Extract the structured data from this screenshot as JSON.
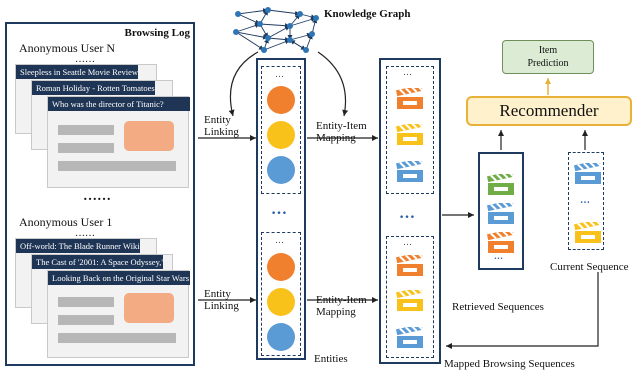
{
  "browsing_log": {
    "title": "Browsing Log",
    "user_n": "Anonymous User N",
    "user_1": "Anonymous User 1",
    "dots_small": "……",
    "dots_large": "……",
    "user_n_pages": [
      "Sleepless in Seattle Movie Review",
      "Roman Holiday - Rotten Tomatoes",
      "Who was the director of Titanic?"
    ],
    "user_1_pages": [
      "Off-world: The Blade Runner Wiki",
      "The Cast of '2001: A Space Odyssey,'",
      "Looking Back on the Original Star Wars"
    ]
  },
  "knowledge_graph": {
    "title": "Knowledge Graph"
  },
  "steps": {
    "entity_linking_1": "Entity",
    "entity_linking_2": "Linking",
    "entity_item_mapping_1": "Entity-Item",
    "entity_item_mapping_2": "Mapping"
  },
  "labels": {
    "entities": "Entities",
    "retrieved_sequences": "Retrieved Sequences",
    "current_sequence": "Current Sequence",
    "mapped_browsing_sequences": "Mapped Browsing Sequences",
    "recommender": "Recommender",
    "item_prediction_1": "Item",
    "item_prediction_2": "Prediction",
    "ellipsis_small": "…",
    "ellipsis_big": "…"
  },
  "colors": {
    "navy": "#1f3a5f",
    "entity_orange": "#f07f2e",
    "entity_yellow": "#f9c21a",
    "entity_blue": "#5b9bd5",
    "item_green": "#70ad47",
    "recommender_fill": "#fff1cc",
    "recommender_border": "#e8b23a",
    "prediction_fill": "#dcecd4"
  },
  "icons": {
    "item": "movie-clapperboard-icon",
    "node": "graph-node-icon"
  }
}
